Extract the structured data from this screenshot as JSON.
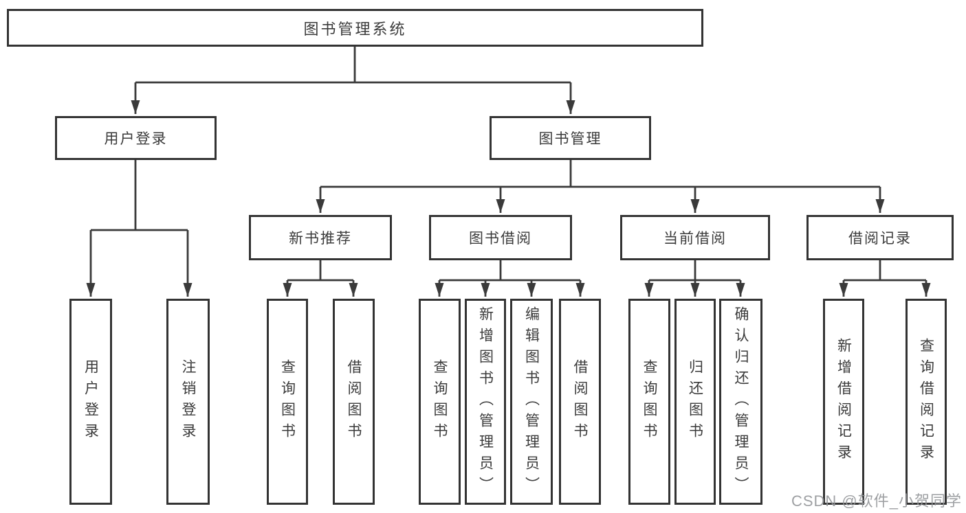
{
  "diagram": {
    "root": {
      "label": "图书管理系统"
    },
    "branches": [
      {
        "label": "用户登录",
        "children": [
          {
            "label": "用户登录"
          },
          {
            "label": "注销登录"
          }
        ]
      },
      {
        "label": "图书管理",
        "sections": [
          {
            "label": "新书推荐",
            "children": [
              {
                "label": "查询图书"
              },
              {
                "label": "借阅图书"
              }
            ]
          },
          {
            "label": "图书借阅",
            "children": [
              {
                "label": "查询图书"
              },
              {
                "label": "新增图书（管理员）"
              },
              {
                "label": "编辑图书（管理员）"
              },
              {
                "label": "借阅图书"
              }
            ]
          },
          {
            "label": "当前借阅",
            "children": [
              {
                "label": "查询图书"
              },
              {
                "label": "归还图书"
              },
              {
                "label": "确认归还（管理员）"
              }
            ]
          },
          {
            "label": "借阅记录",
            "children": [
              {
                "label": "新增借阅记录"
              },
              {
                "label": "查询借阅记录"
              }
            ]
          }
        ]
      }
    ]
  },
  "colors": {
    "box_border": "#333333",
    "line": "#3a3a3a",
    "text": "#3b3b3b",
    "watermark": "#949699"
  },
  "watermark": {
    "text": "CSDN @软件_小贺同学"
  }
}
